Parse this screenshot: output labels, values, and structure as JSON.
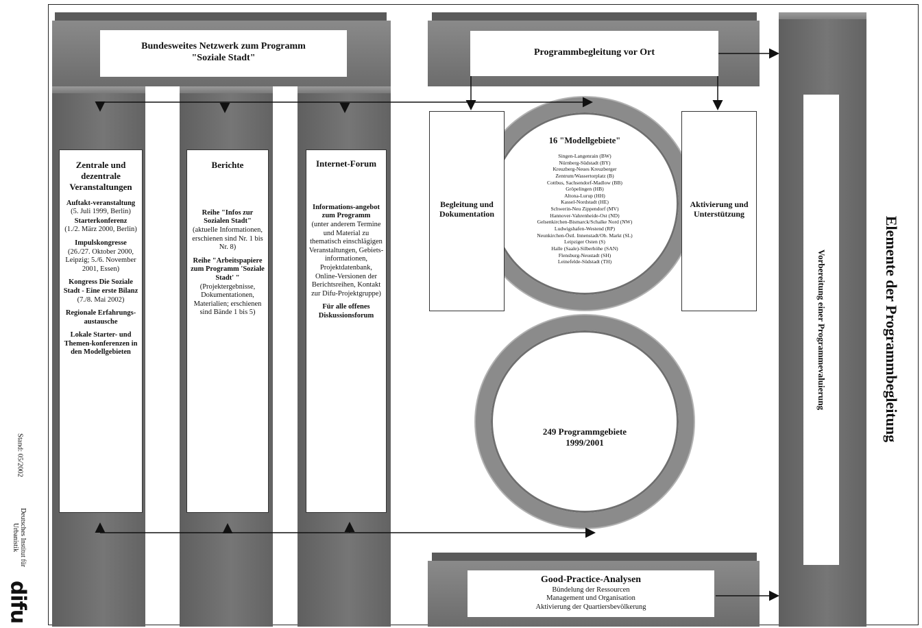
{
  "title": "Elemente der Programmbegleitung",
  "network": {
    "line1": "Bundesweites Netzwerk zum Programm",
    "line2": "\"Soziale Stadt\""
  },
  "program_support": "Programmbegleitung vor Ort",
  "evaluation": "Vorbereitung einer Programmevaluierung",
  "columns": {
    "events": {
      "head": "Zentrale und dezentrale Veranstaltungen",
      "items": [
        {
          "bold": "Auftakt-veranstaltung",
          "normal": "(5. Juli 1999, Berlin)"
        },
        {
          "bold": "Starterkonferenz",
          "normal": "(1./2. März 2000, Berlin)"
        },
        {
          "bold": "Impulskongresse",
          "normal": "(26./27. Oktober 2000, Leipzig; 5./6. November 2001, Essen)"
        },
        {
          "bold": "Kongress Die Soziale Stadt - Eine erste Bilanz",
          "normal": "(7./8. Mai 2002)"
        },
        {
          "bold": "Regionale Erfahrungs-austausche",
          "normal": ""
        },
        {
          "bold": "Lokale Starter- und Themen-konferenzen in den Modellgebieten",
          "normal": ""
        }
      ]
    },
    "reports": {
      "head": "Berichte",
      "items": [
        {
          "bold": "Reihe \"Infos zur Sozialen Stadt\"",
          "normal": "(aktuelle Informationen, erschienen sind Nr. 1 bis Nr. 8)"
        },
        {
          "bold": "Reihe \"Arbeitspapiere zum Programm 'Soziale Stadt' \"",
          "normal": "(Projektergebnisse, Dokumentationen, Materialien; erschienen sind Bände 1 bis 5)"
        }
      ]
    },
    "forum": {
      "head": "Internet-Forum",
      "items": [
        {
          "bold": "Informations-angebot zum Programm",
          "normal": "(unter anderem Termine und Material zu thematisch einschlägigen Veranstaltungen, Gebiets-informationen, Projektdatenbank, Online-Versionen der Berichtsreihen, Kontakt zur Difu-Projektgruppe)"
        },
        {
          "bold": "Für alle offenes Diskussionsforum",
          "normal": ""
        }
      ]
    }
  },
  "documentation": "Begleitung und Dokumentation",
  "activation": "Aktivierung und Unterstützung",
  "model_areas": {
    "title": "16 \"Modellgebiete\"",
    "list": [
      "Singen-Langenrain (BW)",
      "Nürnberg-Südstadt (BY)",
      "Kreuzberg-Neues Kreuzberger",
      "Zentrum/Wassertorplatz (B)",
      "Cottbus, Sachsendorf-Madlow (BB)",
      "Gröpelingen (HB)",
      "Altona-Lurup (HH)",
      "Kassel-Nordstadt (HE)",
      "Schwerin-Neu Zippendorf (MV)",
      "Hannover-Vahrenheide-Ost (ND)",
      "Gelsenkirchen-Bismarck/Schalke Nord (NW)",
      "Ludwigshafen-Westend (RP)",
      "Neunkirchen-Östl. Innenstadt/Ob. Markt (SL)",
      "Leipziger Osten (S)",
      "Halle (Saale)-Silberhöhe (SAN)",
      "Flensburg-Neustadt (SH)",
      "Leinefelde-Südstadt (TH)"
    ]
  },
  "program_areas": {
    "line1": "249 Programmgebiete",
    "line2": "1999/2001"
  },
  "good_practice": {
    "title": "Good-Practice-Analysen",
    "lines": [
      "Bündelung der Ressourcen",
      "Management und Organisation",
      "Aktivierung der Quartiersbevölkerung"
    ]
  },
  "side": {
    "stand": "Stand: 05/2002",
    "institute_line1": "Deutsches Institut für",
    "institute_line2": "Urbanistik",
    "logo": "difu"
  },
  "colors": {
    "pillar": "#6b6b6b",
    "ring": "#8b8b8b",
    "box_border": "#333333"
  }
}
